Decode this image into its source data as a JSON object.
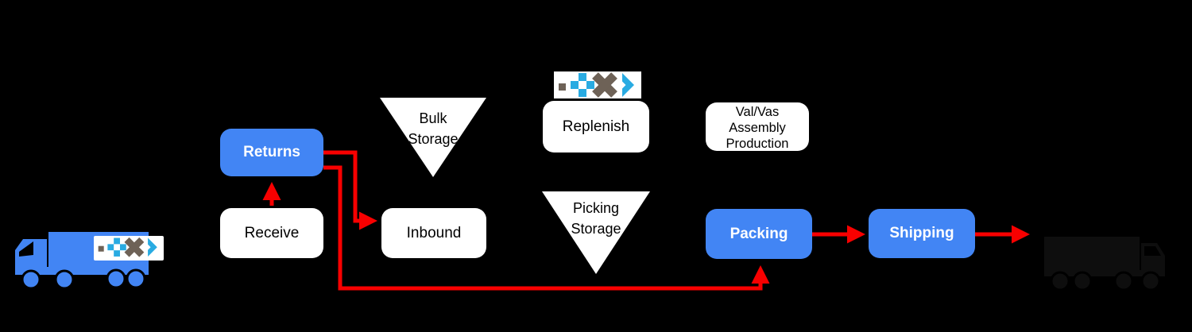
{
  "colors": {
    "background": "#000000",
    "process_blue": "#4285F4",
    "arrow_red": "#F80000",
    "logo_cyan": "#29ABE2",
    "logo_brown": "#6E6257",
    "shape_white": "#FFFFFF",
    "outbound_truck_black": "#0E0E0E"
  },
  "nodes": {
    "returns": {
      "label": "Returns"
    },
    "receive": {
      "label": "Receive"
    },
    "bulk_storage": {
      "line1": "Bulk",
      "line2": "Storage"
    },
    "inbound": {
      "label": "Inbound"
    },
    "replenish": {
      "label": "Replenish"
    },
    "picking_storage": {
      "line1": "Picking",
      "line2": "Storage"
    },
    "val_vas": {
      "line1": "Val/Vas",
      "line2": "Assembly",
      "line3": "Production"
    },
    "packing": {
      "label": "Packing"
    },
    "shipping": {
      "label": "Shipping"
    }
  },
  "icons": {
    "inbound_truck": "blue-truck-facing-left",
    "outbound_truck": "black-truck-facing-right",
    "brand_logo": "square-plus-x-chevron-logo"
  },
  "flows": [
    {
      "from": "receive",
      "to": "returns"
    },
    {
      "from": "returns",
      "to": "inbound"
    },
    {
      "from": "returns",
      "to": "packing"
    },
    {
      "from": "packing",
      "to": "shipping"
    },
    {
      "from": "shipping",
      "to": "outbound_truck"
    }
  ]
}
